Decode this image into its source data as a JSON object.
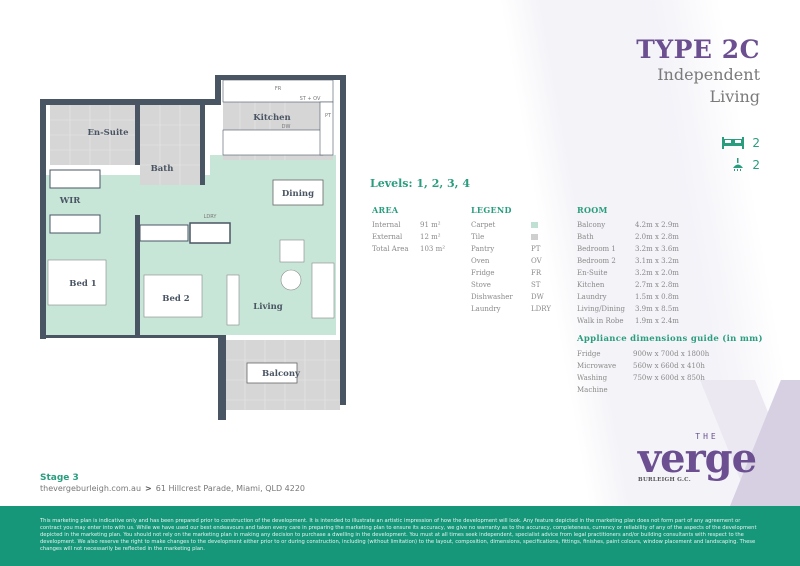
{
  "header": {
    "type_title": "TYPE 2C",
    "subtitle_line1": "Independent",
    "subtitle_line2": "Living",
    "bedrooms": "2",
    "bathrooms": "2",
    "bed_icon": "bed-icon",
    "shower_icon": "shower-icon"
  },
  "levels": "Levels: 1, 2, 3, 4",
  "area": {
    "heading": "AREA",
    "rows": [
      {
        "label": "Internal",
        "value": "91 m²"
      },
      {
        "label": "External",
        "value": "12 m²"
      },
      {
        "label": "Total Area",
        "value": "103 m²"
      }
    ]
  },
  "legend": {
    "heading": "LEGEND",
    "swatches": [
      {
        "label": "Carpet",
        "color": "#bfe0d3"
      },
      {
        "label": "Tile",
        "color": "#cfcfcf"
      }
    ],
    "rows": [
      {
        "label": "Pantry",
        "value": "PT"
      },
      {
        "label": "Oven",
        "value": "OV"
      },
      {
        "label": "Fridge",
        "value": "FR"
      },
      {
        "label": "Stove",
        "value": "ST"
      },
      {
        "label": "Dishwasher",
        "value": "DW"
      },
      {
        "label": "Laundry",
        "value": "LDRY"
      }
    ]
  },
  "room": {
    "heading": "ROOM",
    "rows": [
      {
        "label": "Balcony",
        "value": "4.2m x 2.9m"
      },
      {
        "label": "Bath",
        "value": "2.0m x 2.8m"
      },
      {
        "label": "Bedroom 1",
        "value": "3.2m x 3.6m"
      },
      {
        "label": "Bedroom 2",
        "value": "3.1m x 3.2m"
      },
      {
        "label": "En-Suite",
        "value": "3.2m x 2.0m"
      },
      {
        "label": "Kitchen",
        "value": "2.7m x 2.8m"
      },
      {
        "label": "Laundry",
        "value": "1.5m x 0.8m"
      },
      {
        "label": "Living/Dining",
        "value": "3.9m x 8.5m"
      },
      {
        "label": "Walk in Robe",
        "value": "1.9m x 2.4m"
      }
    ]
  },
  "appliances": {
    "heading": "Appliance dimensions guide (in mm)",
    "rows": [
      {
        "label": "Fridge",
        "value": "900w x 700d x 1800h"
      },
      {
        "label": "Microwave",
        "value": "560w x 660d x 410h"
      },
      {
        "label": "Washing Machine",
        "value": "750w x 600d x 850h"
      }
    ]
  },
  "floorplan": {
    "labels": {
      "en_suite": "En-Suite",
      "bath": "Bath",
      "kitchen": "Kitchen",
      "wir": "WIR",
      "dining": "Dining",
      "bed1": "Bed 1",
      "bed2": "Bed 2",
      "living": "Living",
      "balcony": "Balcony",
      "fr": "FR",
      "st_ov": "ST + OV",
      "pt": "PT",
      "dw": "DW",
      "ldry": "LDRY"
    },
    "colors": {
      "carpet": "#c8e6d8",
      "tile": "#d6d6d6",
      "wall": "#4a5563"
    }
  },
  "footer": {
    "stage": "Stage 3",
    "website": "thevergeburleigh.com.au",
    "separator": ">",
    "address": "61 Hillcrest Parade, Miami, QLD 4220",
    "disclaimer": "This marketing plan is indicative only and has been prepared prior to construction of the development. It is intended to illustrate an artistic impression of how the development will look. Any feature depicted in the marketing plan does not form part of any agreement or contract you may enter into with us. While we have used our best endeavours and taken every care in preparing the marketing plan to ensure its accuracy, we give no warranty as to the accuracy, completeness, currency or reliability of any of the aspects of the development depicted in the marketing plan. You should not rely on the marketing plan in making any decision to purchase a dwelling in the development. You must at all times seek independent, specialist advice from legal practitioners and/or building consultants with respect to the development. We also reserve the right to make changes to the development either prior to or during construction, including (without limitation) to the layout, composition, dimensions, specifications, fittings, finishes, paint colours, window placement and landscaping. These changes will not necessarily be reflected in the marketing plan."
  },
  "logo": {
    "the": "THE",
    "verge": "verge",
    "sub": "BURLEIGH G.C."
  },
  "colors": {
    "purple": "#6b4f90",
    "teal": "#2a9d7f",
    "footer_bar": "#16977a"
  }
}
